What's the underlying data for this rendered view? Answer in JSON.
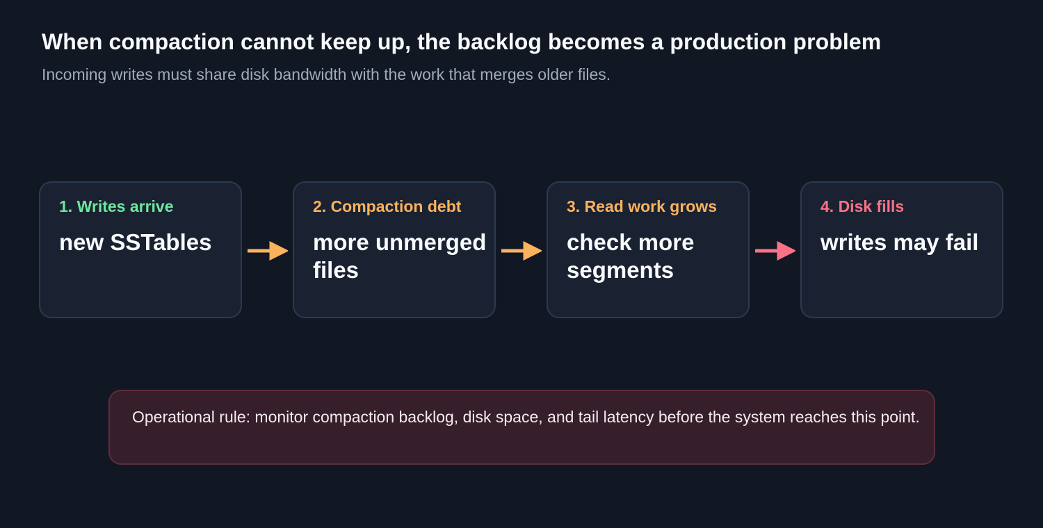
{
  "header": {
    "title": "When compaction cannot keep up, the backlog becomes a production problem",
    "subtitle": "Incoming writes must share disk bandwidth with the work that merges older files."
  },
  "steps": [
    {
      "label": "1. Writes arrive",
      "text": "new SSTables",
      "color": "#6ee7a0"
    },
    {
      "label": "2. Compaction debt",
      "text": "more unmerged files",
      "color": "#fbb25c"
    },
    {
      "label": "3. Read work grows",
      "text": "check more segments",
      "color": "#fbb25c"
    },
    {
      "label": "4. Disk fills",
      "text": "writes may fail",
      "color": "#fb7185"
    }
  ],
  "arrows": [
    {
      "color": "#fbb25c"
    },
    {
      "color": "#fbb25c"
    },
    {
      "color": "#fb7185"
    }
  ],
  "callout": {
    "text": "Operational rule: monitor compaction backlog, disk space, and tail latency before the system reaches this point."
  }
}
